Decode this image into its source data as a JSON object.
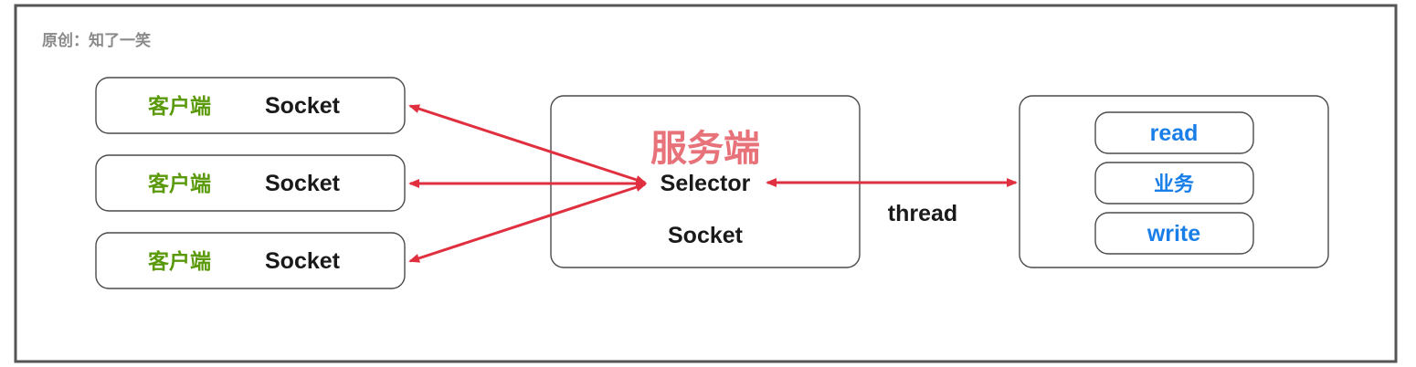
{
  "caption": "原创：知了一笑",
  "clients": [
    {
      "label": "客户端",
      "socket": "Socket"
    },
    {
      "label": "客户端",
      "socket": "Socket"
    },
    {
      "label": "客户端",
      "socket": "Socket"
    }
  ],
  "server": {
    "title": "服务端",
    "selector": "Selector",
    "socket": "Socket"
  },
  "thread_label": "thread",
  "worker": {
    "steps": [
      "read",
      "业务",
      "write"
    ]
  },
  "colors": {
    "arrow": "#e03040",
    "client_label": "#5a9a0a",
    "server_title": "#e8727a",
    "worker_text": "#1a7ee8"
  }
}
